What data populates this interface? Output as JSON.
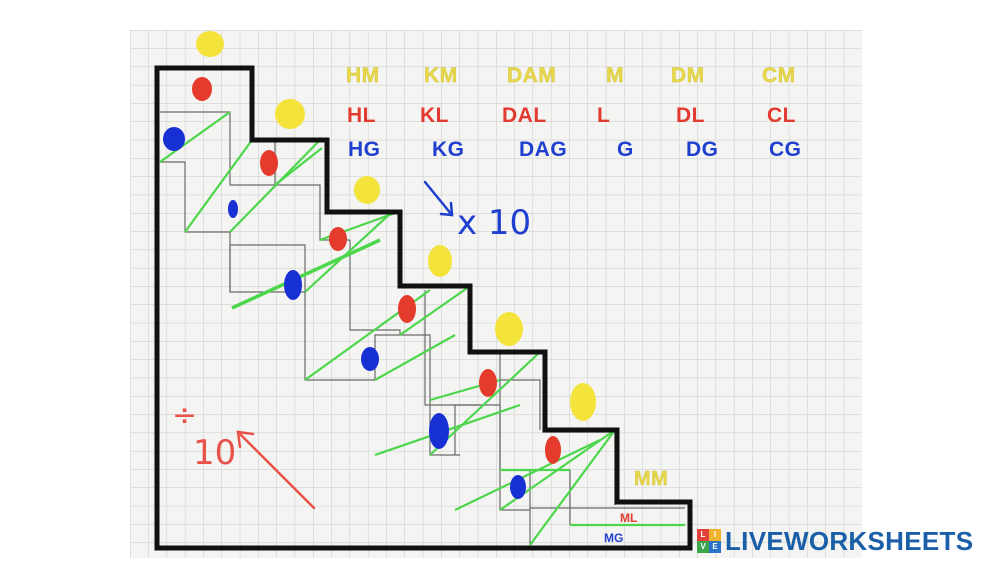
{
  "units": {
    "length": [
      "HM",
      "KM",
      "DAM",
      "M",
      "DM",
      "CM"
    ],
    "capacity": [
      "HL",
      "KL",
      "DAL",
      "L",
      "DL",
      "CL"
    ],
    "mass": [
      "HG",
      "KG",
      "DAG",
      "G",
      "DG",
      "CG"
    ],
    "last_length": "MM",
    "last_capacity": "ML",
    "last_mass": "MG"
  },
  "annotations": {
    "multiply": "x 10",
    "divide_symbol": "÷",
    "divide_number": "10"
  },
  "brand": {
    "name": "LIVEWORKSHEETS",
    "logo_letters": [
      "L",
      "I",
      "V",
      "E"
    ]
  },
  "colors": {
    "length": "#e8d84a",
    "capacity": "#e23a2e",
    "mass": "#1f3fcf",
    "stair_lines": "#4cd64c",
    "brand": "#1b5fa8"
  }
}
